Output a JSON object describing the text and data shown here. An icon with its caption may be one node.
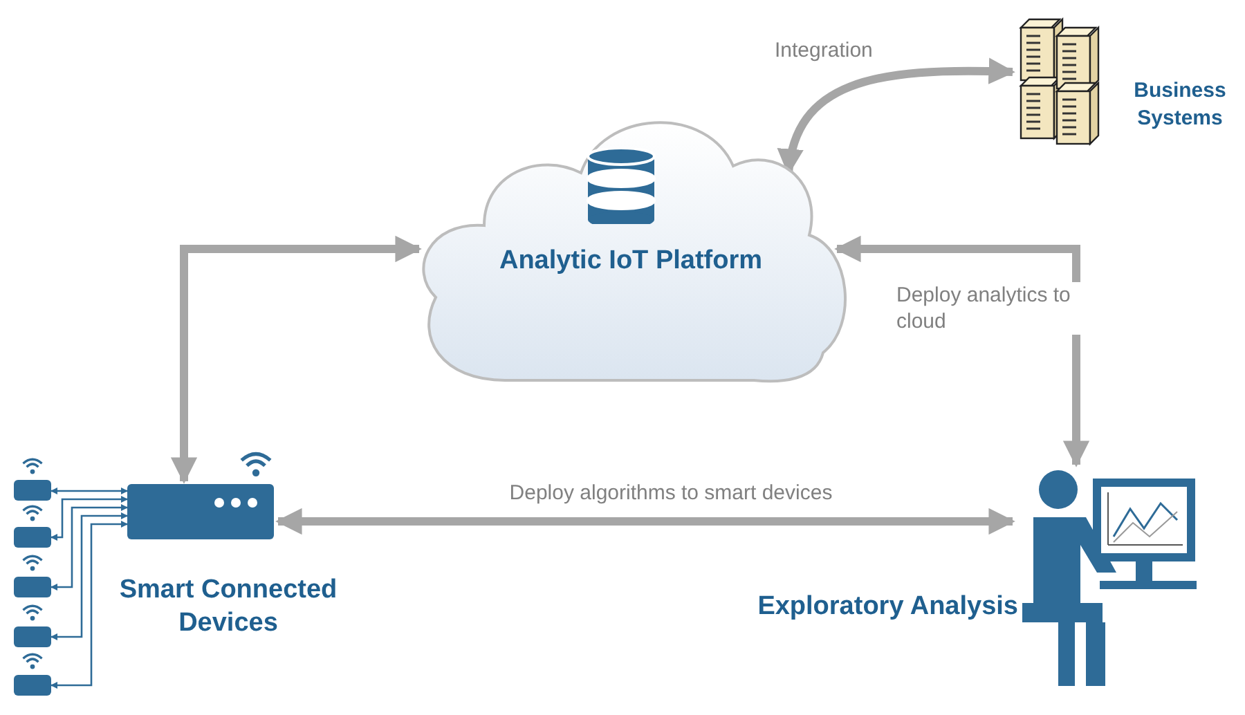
{
  "diagram": {
    "nodes": [
      {
        "text": [
          "Analytic IoT Platform"
        ]
      },
      {
        "text": [],
        "shape": "picture",
        "beside": [
          "Business Systems"
        ]
      },
      {
        "text": [],
        "shape": "box",
        "beside": [
          "Smart Connected Devices"
        ]
      },
      {
        "text": [],
        "shape": "picture",
        "beside": [
          "Exploratory Analysis"
        ]
      },
      {
        "text": [],
        "shape": "box"
      },
      {
        "text": [],
        "shape": "box"
      },
      {
        "text": [],
        "shape": "box"
      },
      {
        "text": [],
        "shape": "box"
      },
      {
        "text": [],
        "shape": "box"
      }
    ],
    "edges": [
      {
        "from": 0,
        "to": 1,
        "arrow": "both",
        "label": "Integration",
        "style": "thick",
        "color": "#a6a6a6"
      },
      {
        "from": 2,
        "to": 0,
        "arrow": "both",
        "style": "thick",
        "color": "#a6a6a6"
      },
      {
        "from": 0,
        "to": 3,
        "arrow": "both",
        "label": "Deploy analytics to cloud",
        "style": "thick",
        "color": "#a6a6a6"
      },
      {
        "from": 2,
        "to": 3,
        "arrow": "both",
        "label": "Deploy algorithms to smart devices",
        "style": "thick",
        "color": "#a6a6a6"
      },
      {
        "from": 2,
        "to": 4,
        "arrow": "both"
      },
      {
        "from": 2,
        "to": 5,
        "arrow": "both"
      },
      {
        "from": 2,
        "to": 6,
        "arrow": "both"
      },
      {
        "from": 2,
        "to": 7,
        "arrow": "both"
      },
      {
        "from": 2,
        "to": 8,
        "arrow": "both"
      }
    ]
  }
}
